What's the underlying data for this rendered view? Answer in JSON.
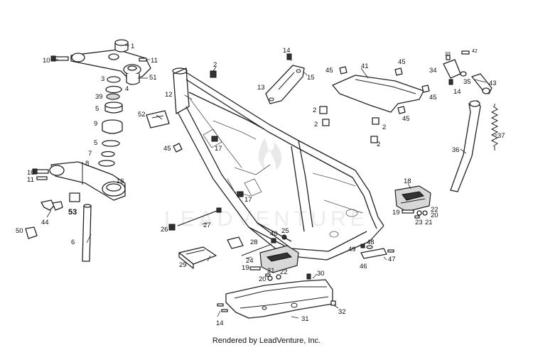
{
  "watermark": "LEADVENTURE",
  "footer": "Rendered by LeadVenture, Inc.",
  "callouts": {
    "c1": "1",
    "c10a": "10",
    "c11": "11",
    "c3": "3",
    "c4": "4",
    "c51": "51",
    "c39": "39",
    "c5a": "5",
    "c9": "9",
    "c5b": "5",
    "c7": "7",
    "c8": "8",
    "c16": "16",
    "c10b": "10",
    "c11b": "11",
    "c53": "53",
    "c44": "44",
    "c50": "50",
    "c6": "6",
    "c52": "52",
    "c45a": "45",
    "c12": "12",
    "c2a": "2",
    "c17a": "17",
    "c17b": "17",
    "c14a": "14",
    "c15": "15",
    "c13": "13",
    "c2b": "2",
    "c2c": "2",
    "c2d": "2",
    "c2e": "2",
    "c45b": "45",
    "c41": "41",
    "c45c": "45",
    "c45d": "45",
    "c45e": "45",
    "c33": "33",
    "c42": "42",
    "c34": "34",
    "c35": "35",
    "c14b": "14",
    "c43": "43",
    "c37": "37",
    "c36": "36",
    "c18": "18",
    "c19a": "19",
    "c22a": "22",
    "c23": "23",
    "c21a": "21",
    "c20a": "20",
    "c26": "26",
    "c27": "27",
    "c28": "28",
    "c40": "40",
    "c25": "25",
    "c24": "24",
    "c29": "29",
    "c21b": "21",
    "c19b": "19",
    "c22b": "22",
    "c20b": "20",
    "c48": "48",
    "c49": "49",
    "c46": "46",
    "c47": "47",
    "c30": "30",
    "c32": "32",
    "c14c": "14",
    "c31": "31"
  }
}
